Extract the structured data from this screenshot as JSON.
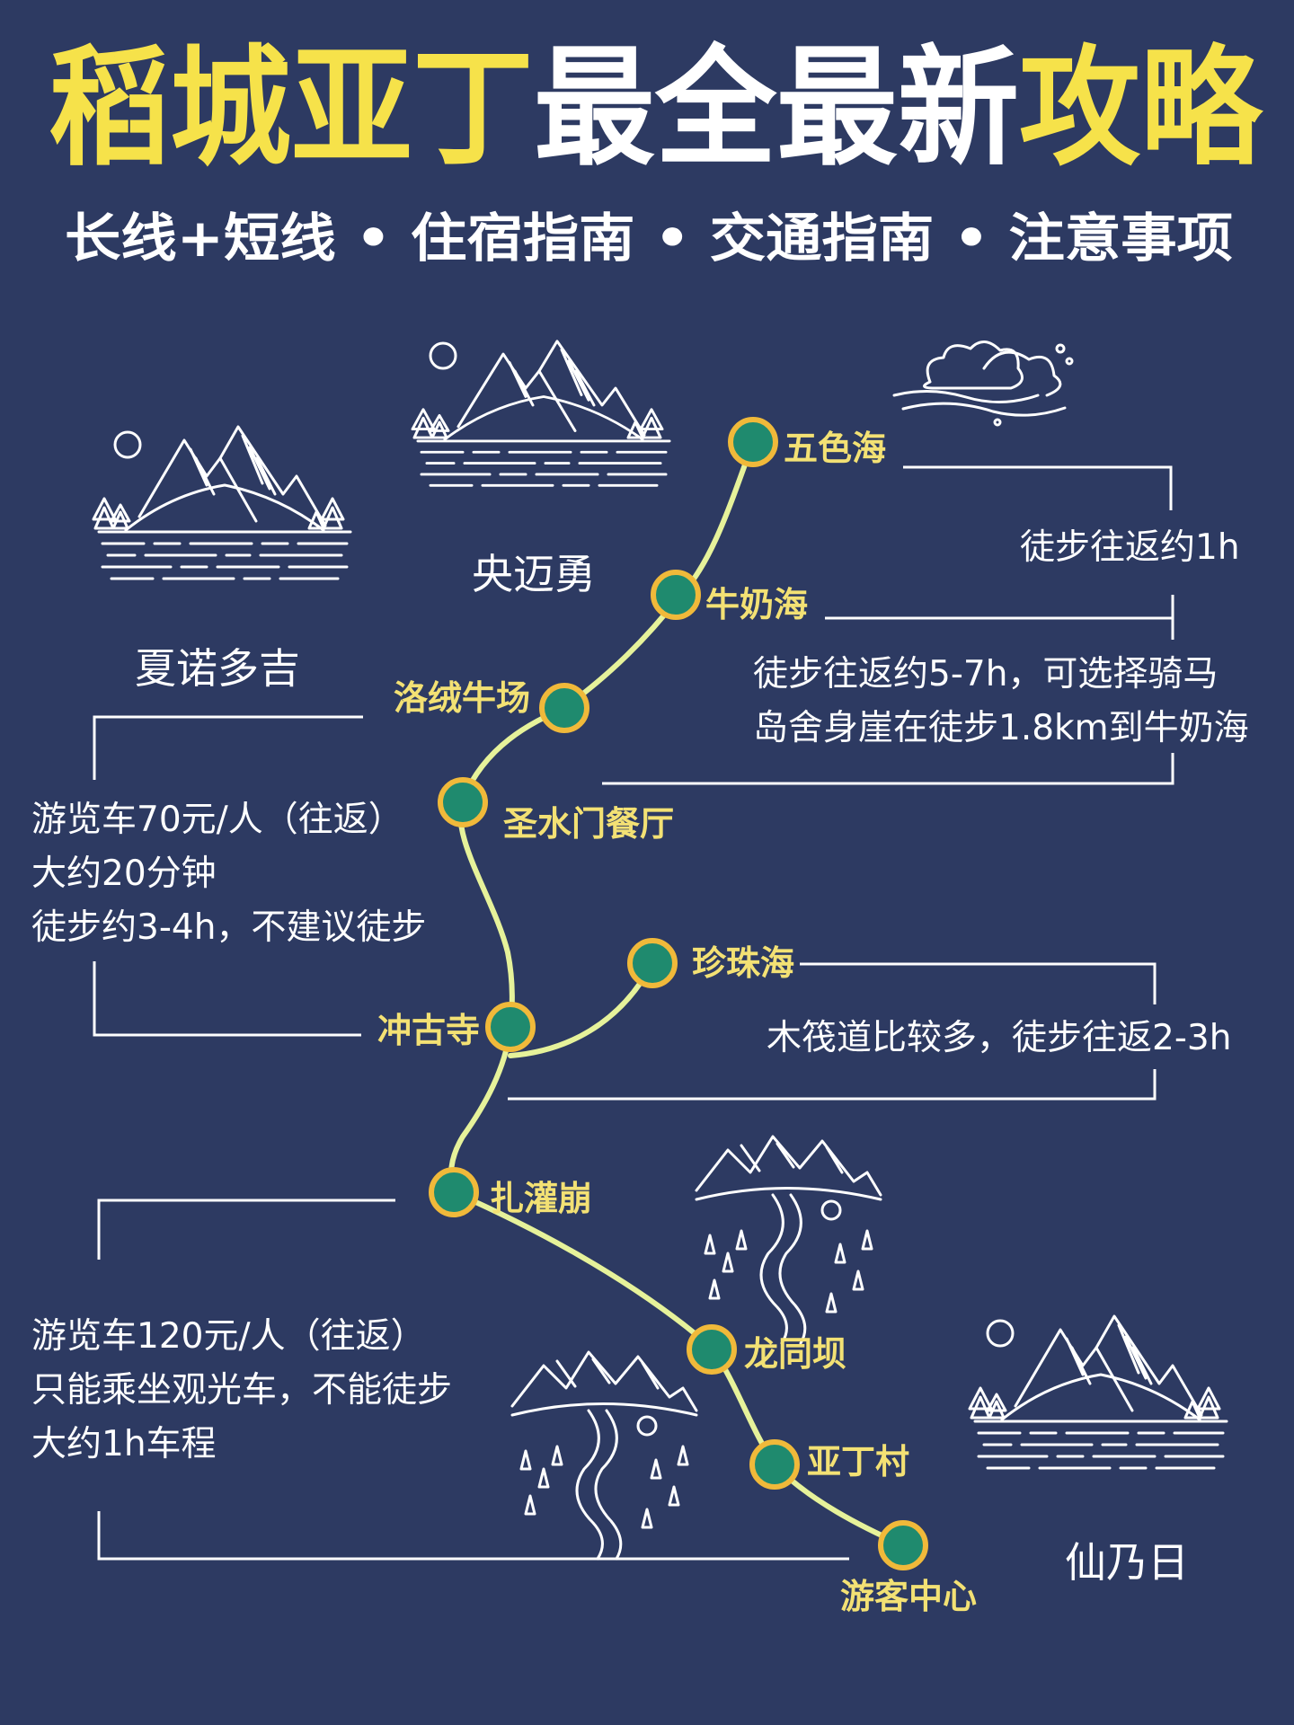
{
  "title": {
    "part1": "稻城亚丁",
    "part2": "最全最新",
    "part3": "攻略",
    "color_yellow": "#f6e24a",
    "color_white": "#ffffff"
  },
  "subtitle": "长线+短线 •  住宿指南 •  交通指南 • 注意事项",
  "colors": {
    "background": "#2d3a62",
    "route": "#e6f29a",
    "stop_fill": "#1f8a6e",
    "stop_ring": "#f0b93a",
    "stop_label": "#f3e174"
  },
  "stops": {
    "wusehai": "五色海",
    "niunaihai": "牛奶海",
    "luorong": "洛绒牛场",
    "shengshuimen": "圣水门餐厅",
    "zhenzhuhai": "珍珠海",
    "chonggu": "冲古寺",
    "zhaguanbeng": "扎灌崩",
    "longtongba": "龙同坝",
    "yadingcun": "亚丁村",
    "youke": "游客中心"
  },
  "notes": {
    "wuse": "徒步往返约1h",
    "niunai_1": "徒步往返约5-7h，可选择骑马",
    "niunai_2": "岛舍身崖在徒步1.8km到牛奶海",
    "bus70_1": "游览车70元/人（往返）",
    "bus70_2": "大约20分钟",
    "bus70_3": "徒步约3-4h，不建议徒步",
    "zhenzhu": "木筏道比较多，徒步往返2-3h",
    "bus120_1": "游览车120元/人（往返）",
    "bus120_2": "只能乘坐观光车，不能徒步",
    "bus120_3": "大约1h车程"
  },
  "peaks": {
    "xianuoduoji": "夏诺多吉",
    "yangmaiyong": "央迈勇",
    "xiannairi": "仙乃日"
  },
  "icons": [
    "mountain-lake-icon",
    "river-valley-icon",
    "cloud-icon",
    "moon-icon",
    "pine-tree-icon"
  ]
}
